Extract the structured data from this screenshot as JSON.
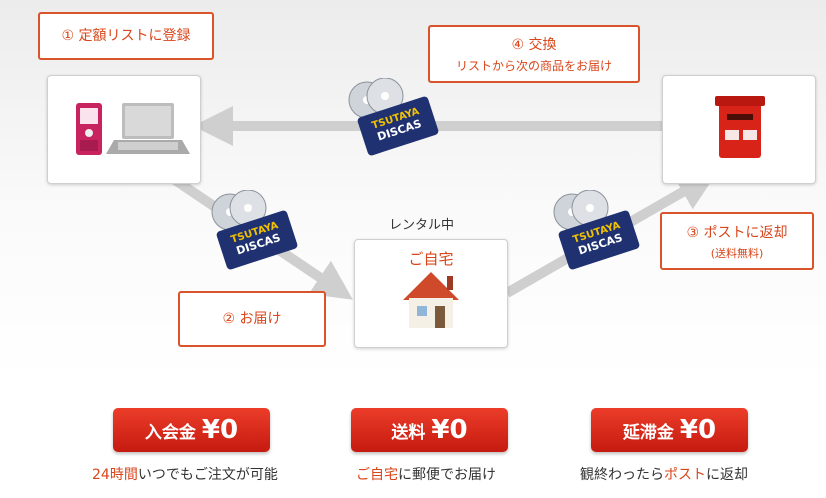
{
  "steps": {
    "step1": "① 定額リストに登録",
    "step2": "② お届け",
    "step3": {
      "title": "③ ポストに返却",
      "note": "(送料無料)"
    },
    "step4": {
      "title": "④ 交換",
      "note": "リストから次の商品をお届け"
    }
  },
  "home": {
    "status": "レンタル中",
    "title": "ご自宅"
  },
  "badge": {
    "line1": "TSUTAYA",
    "line2": "DISCAS"
  },
  "prices": [
    {
      "label": "入会金",
      "value": "¥0"
    },
    {
      "label": "送料",
      "value": "¥0"
    },
    {
      "label": "延滞金",
      "value": "¥0"
    }
  ],
  "captions": [
    {
      "accent": "24時間",
      "rest": "いつでもご注文が可能"
    },
    {
      "accent": "ご自宅",
      "middle": "に郵便でお届け"
    },
    {
      "pre": "観終わったら",
      "accent": "ポスト",
      "post": "に返却"
    }
  ],
  "colors": {
    "accent": "#d8461b",
    "button": "#d42a1a",
    "badge": "#1f3170",
    "badge_text": "#f2c200"
  }
}
